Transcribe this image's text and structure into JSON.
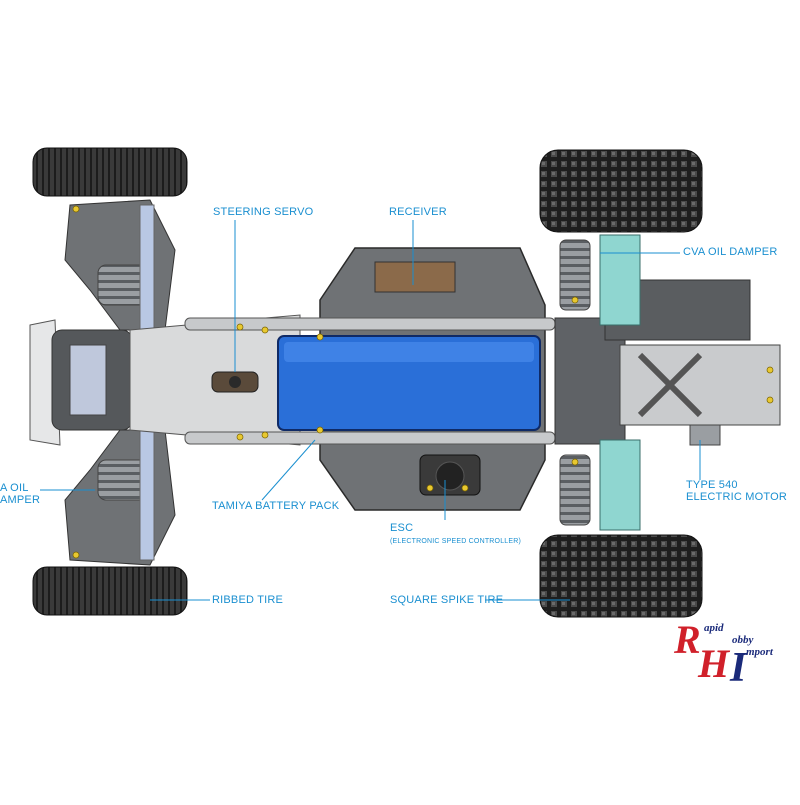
{
  "labels": {
    "steering_servo": "STEERING SERVO",
    "receiver": "RECEIVER",
    "cva_oil_damper": "CVA OIL DAMPER",
    "cva_oil_damper_left_1": "A OIL",
    "cva_oil_damper_left_2": "AMPER",
    "type_540_line1": "TYPE 540",
    "type_540_line2": "ELECTRIC MOTOR",
    "tamiya_battery_pack": "TAMIYA BATTERY PACK",
    "esc": "ESC",
    "esc_full": "(ELECTRONIC SPEED CONTROLLER)",
    "ribbed_tire": "RIBBED TIRE",
    "square_spike_tire": "SQUARE SPIKE TIRE"
  },
  "logo": {
    "letter_r": "R",
    "letter_h": "H",
    "letter_i": "I",
    "word_rapid": "apid",
    "word_hobby": "obby",
    "word_import": "mport"
  },
  "colors": {
    "label_blue": "#1a8fd0",
    "battery_blue": "#2a6fd8",
    "chassis_gray": "#6f7275",
    "tire_black": "#2a2a2a",
    "logo_red": "#d0202a",
    "logo_navy": "#1a2a7a"
  }
}
